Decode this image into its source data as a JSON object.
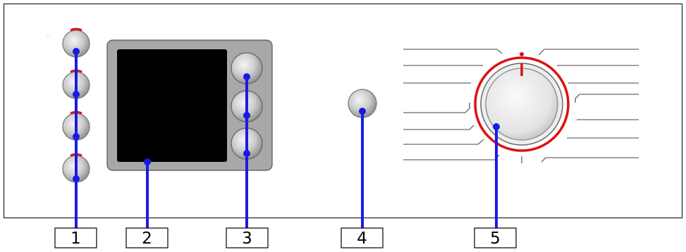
{
  "callouts": [
    {
      "number": "1"
    },
    {
      "number": "2"
    },
    {
      "number": "3"
    },
    {
      "number": "4"
    },
    {
      "number": "5"
    }
  ],
  "colors": {
    "leader": "#1a1ae6",
    "indicator": "#dd1111",
    "panel_gray": "#a8a8a8",
    "display": "#000000",
    "button_gray": "#c8c8c8"
  }
}
